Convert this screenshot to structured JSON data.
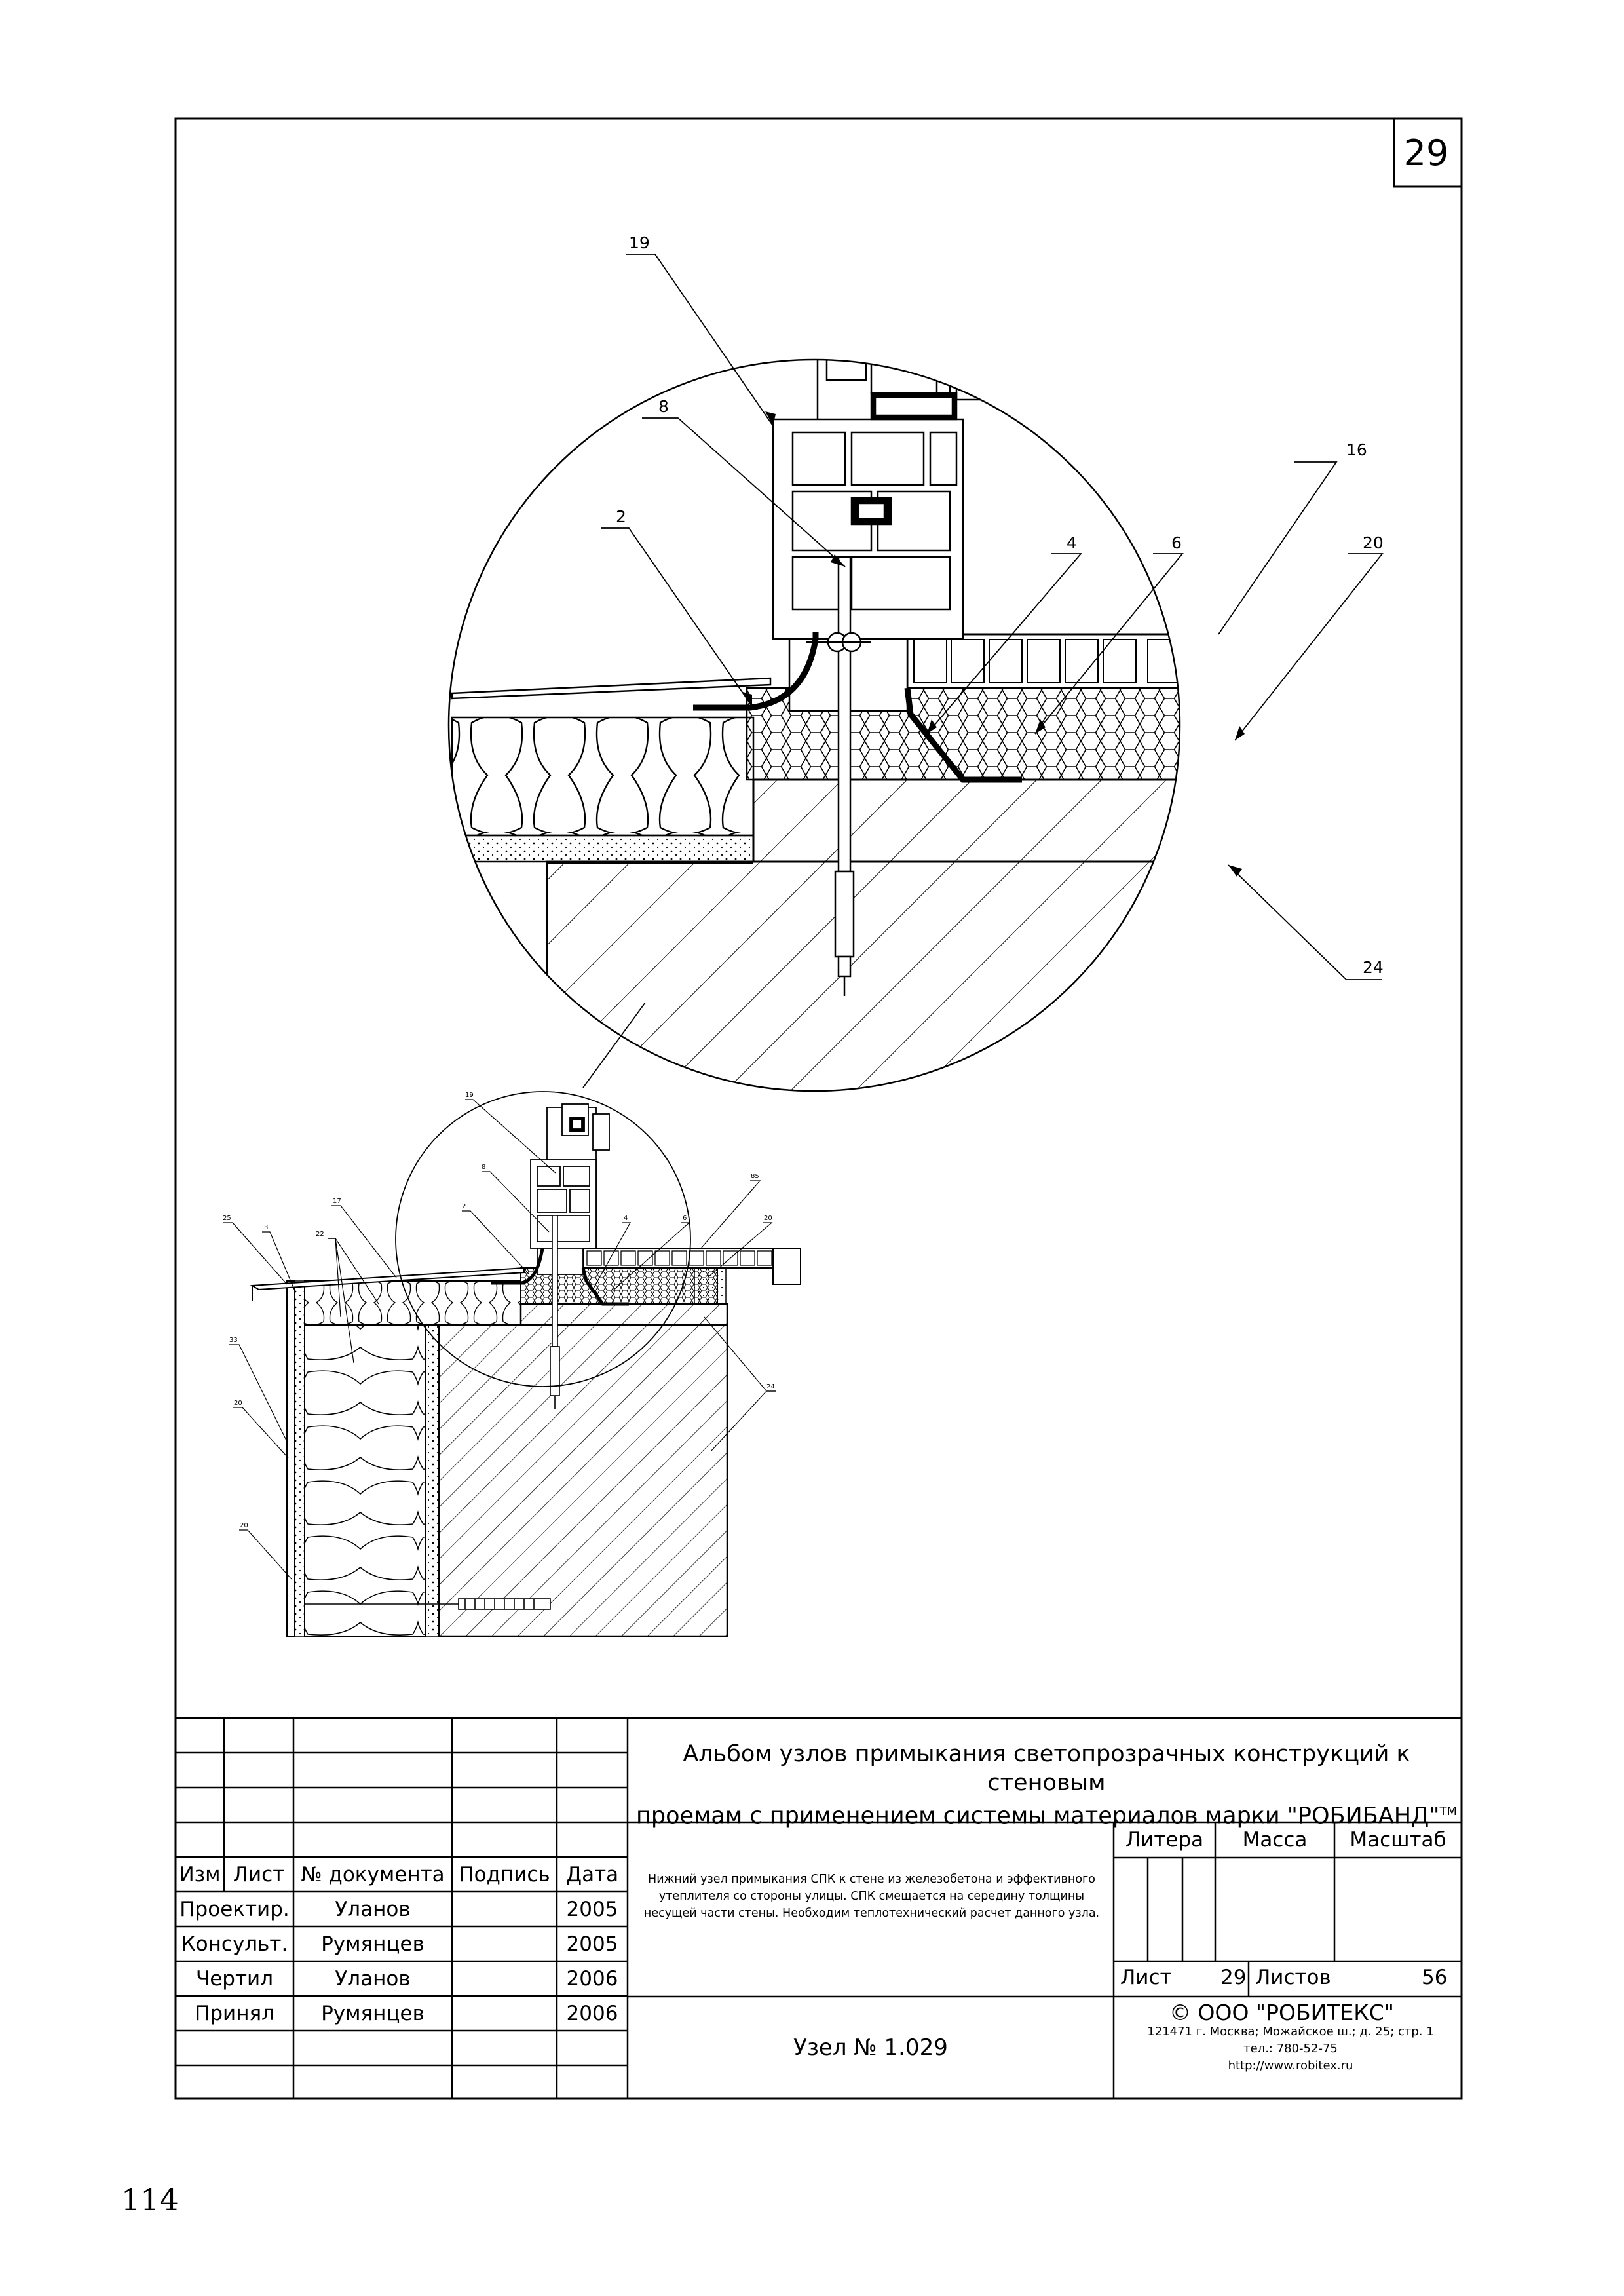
{
  "sheet_number": "29",
  "detail_callouts": [
    "19",
    "8",
    "16",
    "2",
    "4",
    "6",
    "20",
    "24"
  ],
  "overview_callouts": [
    "19",
    "8",
    "2",
    "4",
    "6",
    "85",
    "20",
    "25",
    "3",
    "17",
    "22",
    "33",
    "20",
    "20",
    "24"
  ],
  "title_block": {
    "title_line1": "Альбом узлов примыкания светопрозрачных конструкций к стеновым",
    "title_line2": "проемам с применением системы материалов марки \"РОБИБАНД\"",
    "trademark": "TM",
    "headers": {
      "izm": "Изм",
      "list": "Лист",
      "doc": "№ документа",
      "sign": "Подпись",
      "date": "Дата"
    },
    "rows": [
      {
        "role": "Проектир.",
        "name": "Уланов",
        "date": "2005"
      },
      {
        "role": "Консульт.",
        "name": "Румянцев",
        "date": "2005"
      },
      {
        "role": "Чертил",
        "name": "Уланов",
        "date": "2006"
      },
      {
        "role": "Принял",
        "name": "Румянцев",
        "date": "2006"
      }
    ],
    "note": "Нижний узел примыкания СПК к стене из железобетона и эффективного утеплителя со стороны улицы. СПК смещается на середину толщины несущей части стены. Необходим теплотехнический расчет данного узла.",
    "litera_label": "Литера",
    "massa_label": "Масса",
    "masshtab_label": "Масштаб",
    "sheet_label": "Лист",
    "sheet_value": "29",
    "sheets_label": "Листов",
    "sheets_value": "56",
    "node_label": "Узел № 1.029",
    "company": "©  ООО \"РОБИТЕКС\"",
    "address_line1": "121471 г. Москва; Можайское ш.; д. 25; стр. 1",
    "address_line2": "тел.: 780-52-75",
    "address_line3": "http://www.robitex.ru"
  },
  "page_number": "114",
  "colors": {
    "ink": "#000000",
    "paper": "#ffffff",
    "membrane": "#000000"
  }
}
